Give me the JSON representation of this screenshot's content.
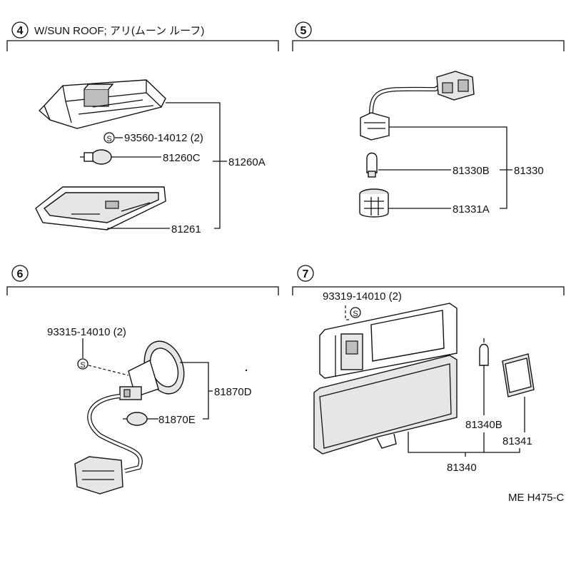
{
  "sections": [
    {
      "number": "4",
      "title": "W/SUN ROOF; アリ(ムーン ルーフ)"
    },
    {
      "number": "5",
      "title": ""
    },
    {
      "number": "6",
      "title": ""
    },
    {
      "number": "7",
      "title": ""
    }
  ],
  "labels": {
    "s4_screw": "93560-14012 (2)",
    "s4_bulb": "81260C",
    "s4_assy": "81260A",
    "s4_lens": "81261",
    "s5_assy": "81330",
    "s5_bulb": "81330B",
    "s5_socket": "81331A",
    "s6_screw": "93315-14010 (2)",
    "s6_assy": "81870D",
    "s6_bulb": "81870E",
    "s7_screw": "93319-14010 (2)",
    "s7_bulb": "81340B",
    "s7_lens": "81341",
    "s7_assy": "81340",
    "screw_symbol": "S"
  },
  "catalog_code": "ME H475-C"
}
